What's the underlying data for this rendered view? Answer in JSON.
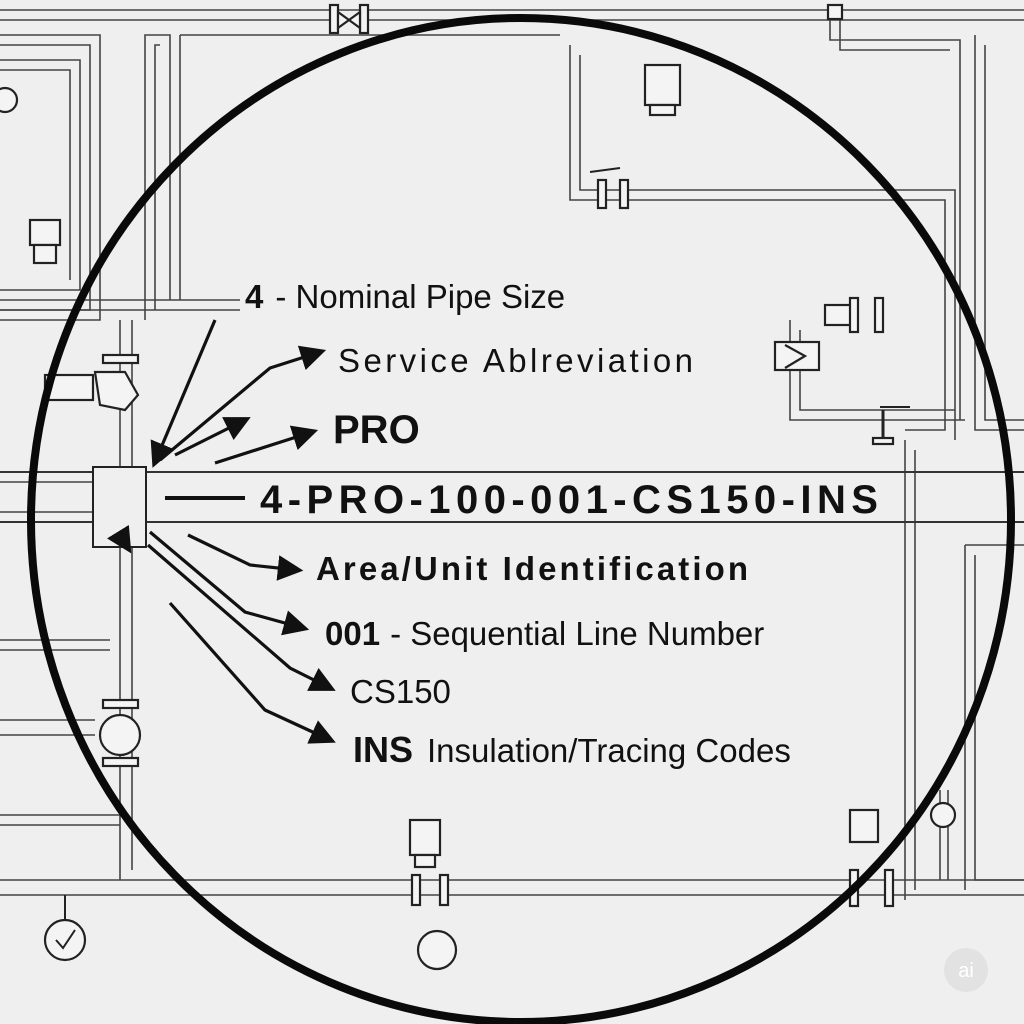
{
  "labels": {
    "nominal_size_code": "4",
    "nominal_size_text": "- Nominal Pipe Size",
    "service_abbreviation": "Service Ablreviation",
    "service_code": "PRO",
    "line_number": "4-PRO-100-001-CS150-INS",
    "area_unit": "Area/Unit Identification",
    "sequential_code": "001",
    "sequential_text": "- Sequential Line Number",
    "piping_class": "CS150",
    "insulation_code": "INS",
    "insulation_text": "Insulation/Tracing Codes"
  },
  "watermark": "ai",
  "colors": {
    "background": "#efefef",
    "lines": "#111111"
  }
}
